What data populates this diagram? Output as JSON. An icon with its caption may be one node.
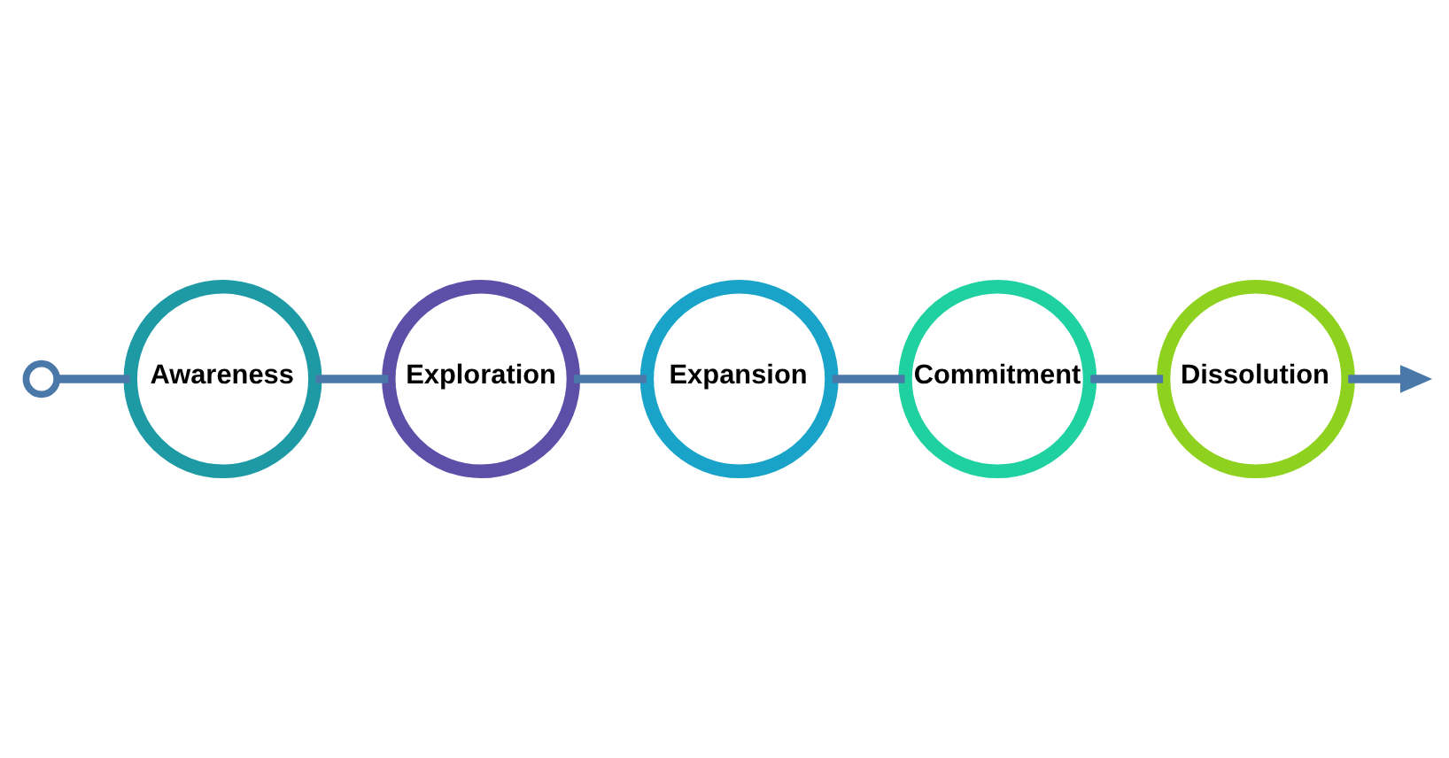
{
  "diagram": {
    "nodes": [
      {
        "text": [],
        "shape": "circle"
      },
      {
        "text": [
          "Awareness"
        ]
      },
      {
        "text": [
          "Exploration"
        ]
      },
      {
        "text": [
          "Expansion"
        ]
      },
      {
        "text": [
          "Commitment"
        ]
      },
      {
        "text": [
          "Dissolution"
        ]
      }
    ],
    "edges": [
      {
        "from": 0,
        "to": 1,
        "arrow": "none"
      },
      {
        "from": 1,
        "to": 2,
        "arrow": "none"
      },
      {
        "from": 2,
        "to": 3,
        "arrow": "none"
      },
      {
        "from": 3,
        "to": 4,
        "arrow": "none"
      },
      {
        "from": 4,
        "to": 5,
        "arrow": "none"
      },
      {
        "from": 5,
        "to": null,
        "arrow": "to"
      }
    ]
  }
}
